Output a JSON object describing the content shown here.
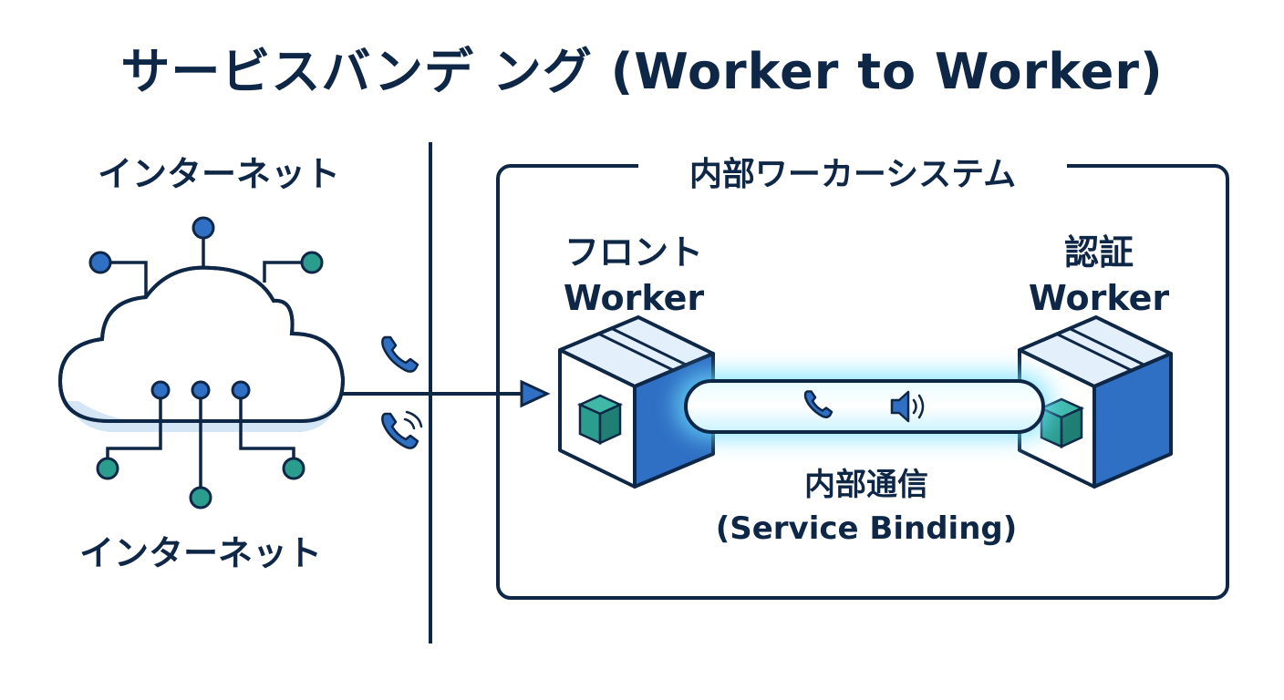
{
  "title": "サービスバンデ ング (Worker to Worker)",
  "internet": {
    "label_top": "インターネット",
    "label_bottom": "インターネット"
  },
  "internal_system": {
    "label": "内部ワーカーシステム",
    "front_worker": {
      "line1": "フロント",
      "line2": "Worker"
    },
    "auth_worker": {
      "line1": "認証",
      "line2": "Worker"
    },
    "communication": {
      "line1": "内部通信",
      "line2": "(Service Binding)"
    }
  },
  "colors": {
    "navy": "#0f2747",
    "blue": "#2f6fc4",
    "teal": "#2a9d8f",
    "glow": "#7fe3ff",
    "box_light": "#dcebf8"
  },
  "icons": [
    "cloud-network-icon",
    "phone-icon",
    "phone-ringing-icon",
    "speaker-icon",
    "cube-icon"
  ]
}
